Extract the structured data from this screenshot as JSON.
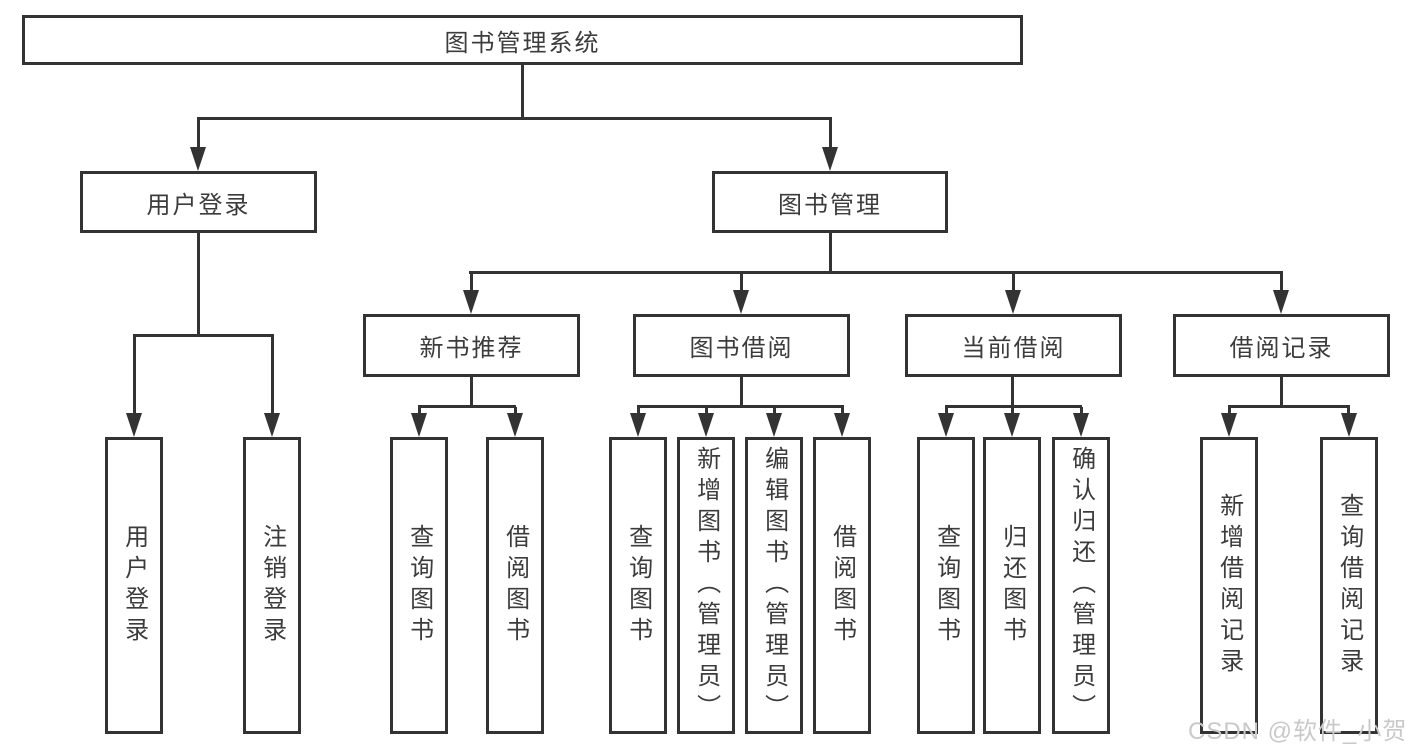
{
  "nodes": {
    "root": {
      "label": "图书管理系统"
    },
    "user_login": {
      "label": "用户登录"
    },
    "book_management": {
      "label": "图书管理"
    },
    "new_book_recommend": {
      "label": "新书推荐"
    },
    "book_borrowing": {
      "label": "图书借阅"
    },
    "current_borrowing": {
      "label": "当前借阅"
    },
    "borrowing_records": {
      "label": "借阅记录"
    }
  },
  "leaves": {
    "user_login": [
      "用户登录",
      "注销登录"
    ],
    "new_book_recommend": [
      "查询图书",
      "借阅图书"
    ],
    "book_borrowing": [
      "查询图书",
      "新增图书（管理员）",
      "编辑图书（管理员）",
      "借阅图书"
    ],
    "current_borrowing": [
      "查询图书",
      "归还图书",
      "确认归还（管理员）"
    ],
    "borrowing_records": [
      "新增借阅记录",
      "查询借阅记录"
    ]
  },
  "watermark": "CSDN @软件_小贺同学",
  "colors": {
    "line": "#333333",
    "text": "#3c3c3c",
    "watermark": "#c9c9c9",
    "background": "#ffffff"
  }
}
